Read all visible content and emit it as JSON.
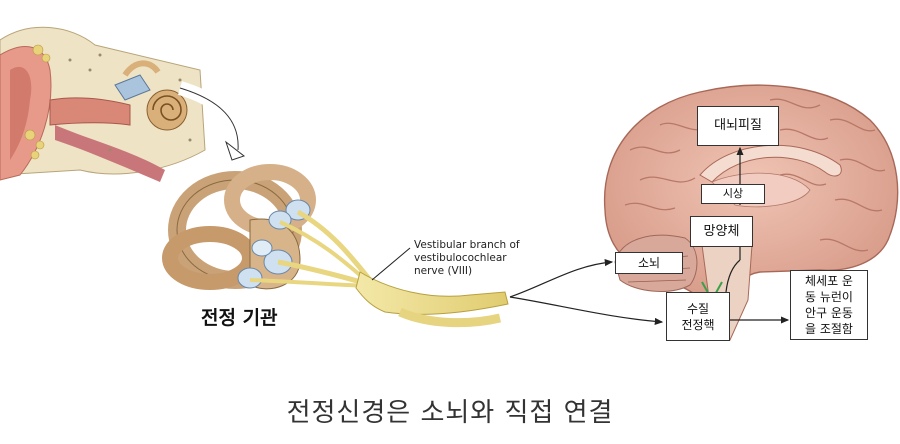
{
  "labels": {
    "vestibular_organ": "전정 기관",
    "nerve_line1": "Vestibular branch of",
    "nerve_line2": "vestibulocochlear",
    "nerve_line3": "nerve (VIII)",
    "cortex": "대뇌피질",
    "thalamus": "시상",
    "reticular": "망양체",
    "cerebellum": "소뇌",
    "nuclei_line1": "수질",
    "nuclei_line2": "전정핵",
    "motor_line1": "체세포 운",
    "motor_line2": "동 뉴런이",
    "motor_line3": "안구 운동",
    "motor_line4": "을 조절함"
  },
  "caption": "전정신경은 소뇌와 직접 연결",
  "colors": {
    "brain": "#e8b4a4",
    "brain_fold": "#c98c7c",
    "skin": "#e8a090",
    "labyrinth": "#d9b98a",
    "nerve": "#eadb8a",
    "cochlea": "#c9a070",
    "ampulla": "#c8dcee",
    "arrow": "#222222",
    "green_tract": "#3aa04a"
  }
}
